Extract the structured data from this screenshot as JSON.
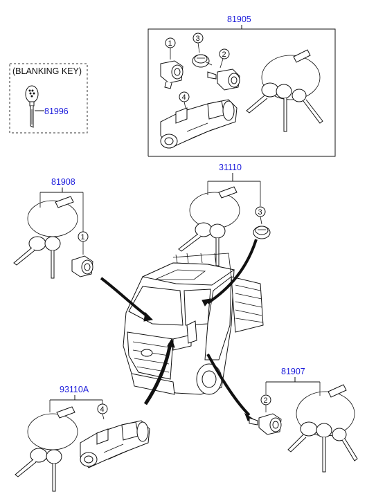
{
  "blanking_key": {
    "label": "(BLANKING KEY)",
    "part_number": "81996"
  },
  "groups": [
    {
      "id": "group-81905",
      "part_number": "81905"
    },
    {
      "id": "group-81908",
      "part_number": "81908"
    },
    {
      "id": "group-31110",
      "part_number": "31110"
    },
    {
      "id": "group-93110a",
      "part_number": "93110A"
    },
    {
      "id": "group-81907",
      "part_number": "81907"
    }
  ],
  "callouts": {
    "c1": "1",
    "c2": "2",
    "c3": "3",
    "c4": "4"
  },
  "colors": {
    "part_number_text": "#1a1adb",
    "line_art": "#111111"
  }
}
